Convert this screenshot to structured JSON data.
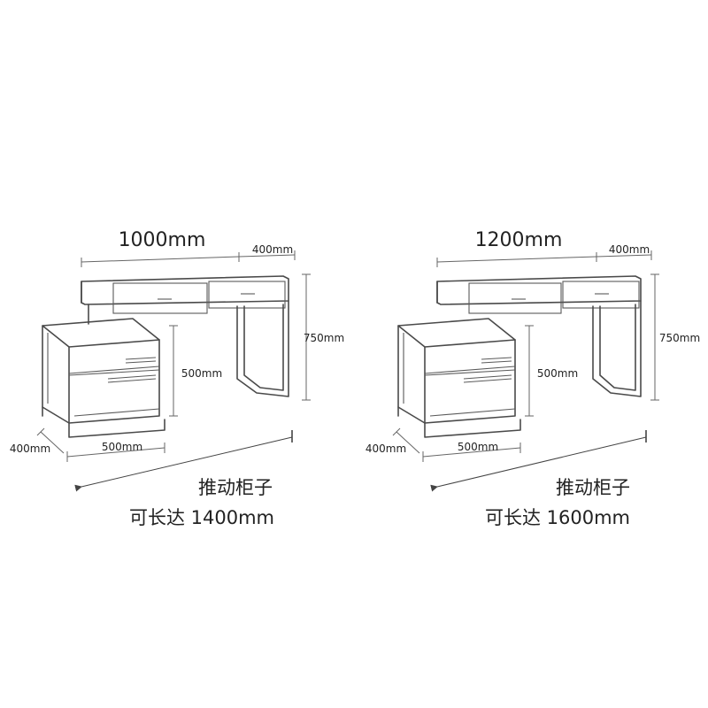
{
  "left": {
    "width_label": "1000mm",
    "depth_top_label": "400mm",
    "height_label": "750mm",
    "cabinet_height_label": "500mm",
    "cabinet_depth_label": "400mm",
    "cabinet_width_label": "500mm",
    "caption_line1": "推动柜子",
    "caption_line2": "可长达 1400mm"
  },
  "right": {
    "width_label": "1200mm",
    "depth_top_label": "400mm",
    "height_label": "750mm",
    "cabinet_height_label": "500mm",
    "cabinet_depth_label": "400mm",
    "cabinet_width_label": "500mm",
    "caption_line1": "推动柜子",
    "caption_line2": "可长达 1600mm"
  }
}
